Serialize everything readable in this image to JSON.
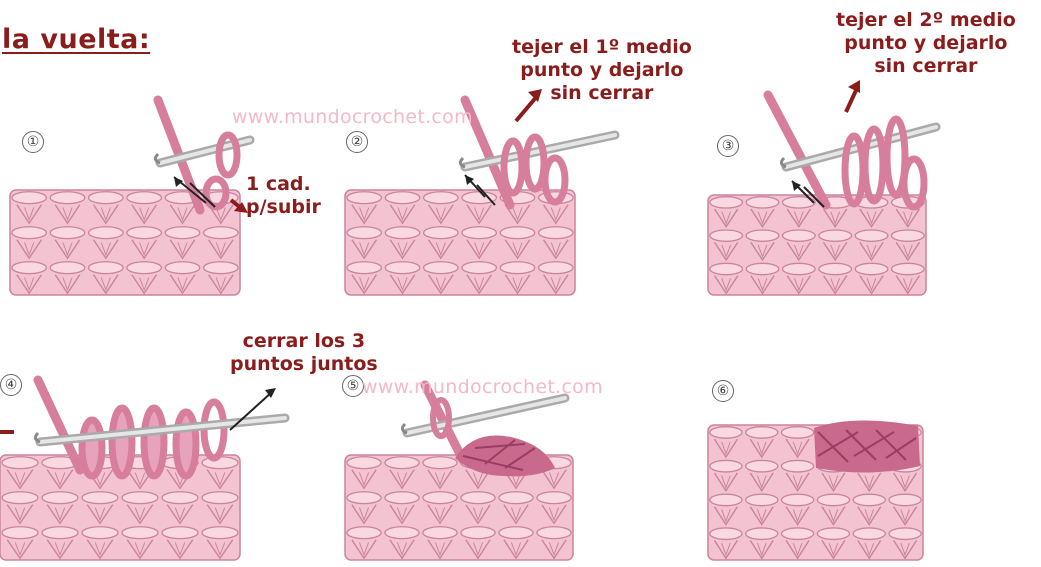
{
  "heading": "la vuelta:",
  "watermarks": [
    "www.mundocrochet.com",
    "www.mundocrochet.com"
  ],
  "steps": [
    {
      "number": "①",
      "note": [
        "1 cad.",
        "p/subir"
      ]
    },
    {
      "number": "②",
      "note": [
        "tejer el 1º medio",
        "punto y dejarlo",
        "sin cerrar"
      ]
    },
    {
      "number": "③",
      "note": [
        "tejer el 2º medio",
        "punto y dejarlo",
        "sin cerrar"
      ]
    },
    {
      "number": "④",
      "note": [
        "cerrar los 3",
        "puntos juntos"
      ]
    },
    {
      "number": "⑤",
      "note": []
    },
    {
      "number": "⑥",
      "note": []
    }
  ],
  "colors": {
    "label": "#8b1c1c",
    "fabric": "#f4c3d2",
    "fabric_stroke": "#c9849c",
    "yarn": "#d67e9c",
    "yarn_dark": "#b8557a",
    "hook": "#bfbfbf",
    "watermark": "#f3b9c6"
  },
  "icons": [
    "hook-icon",
    "arrow-icon",
    "yarn-loop-icon"
  ]
}
